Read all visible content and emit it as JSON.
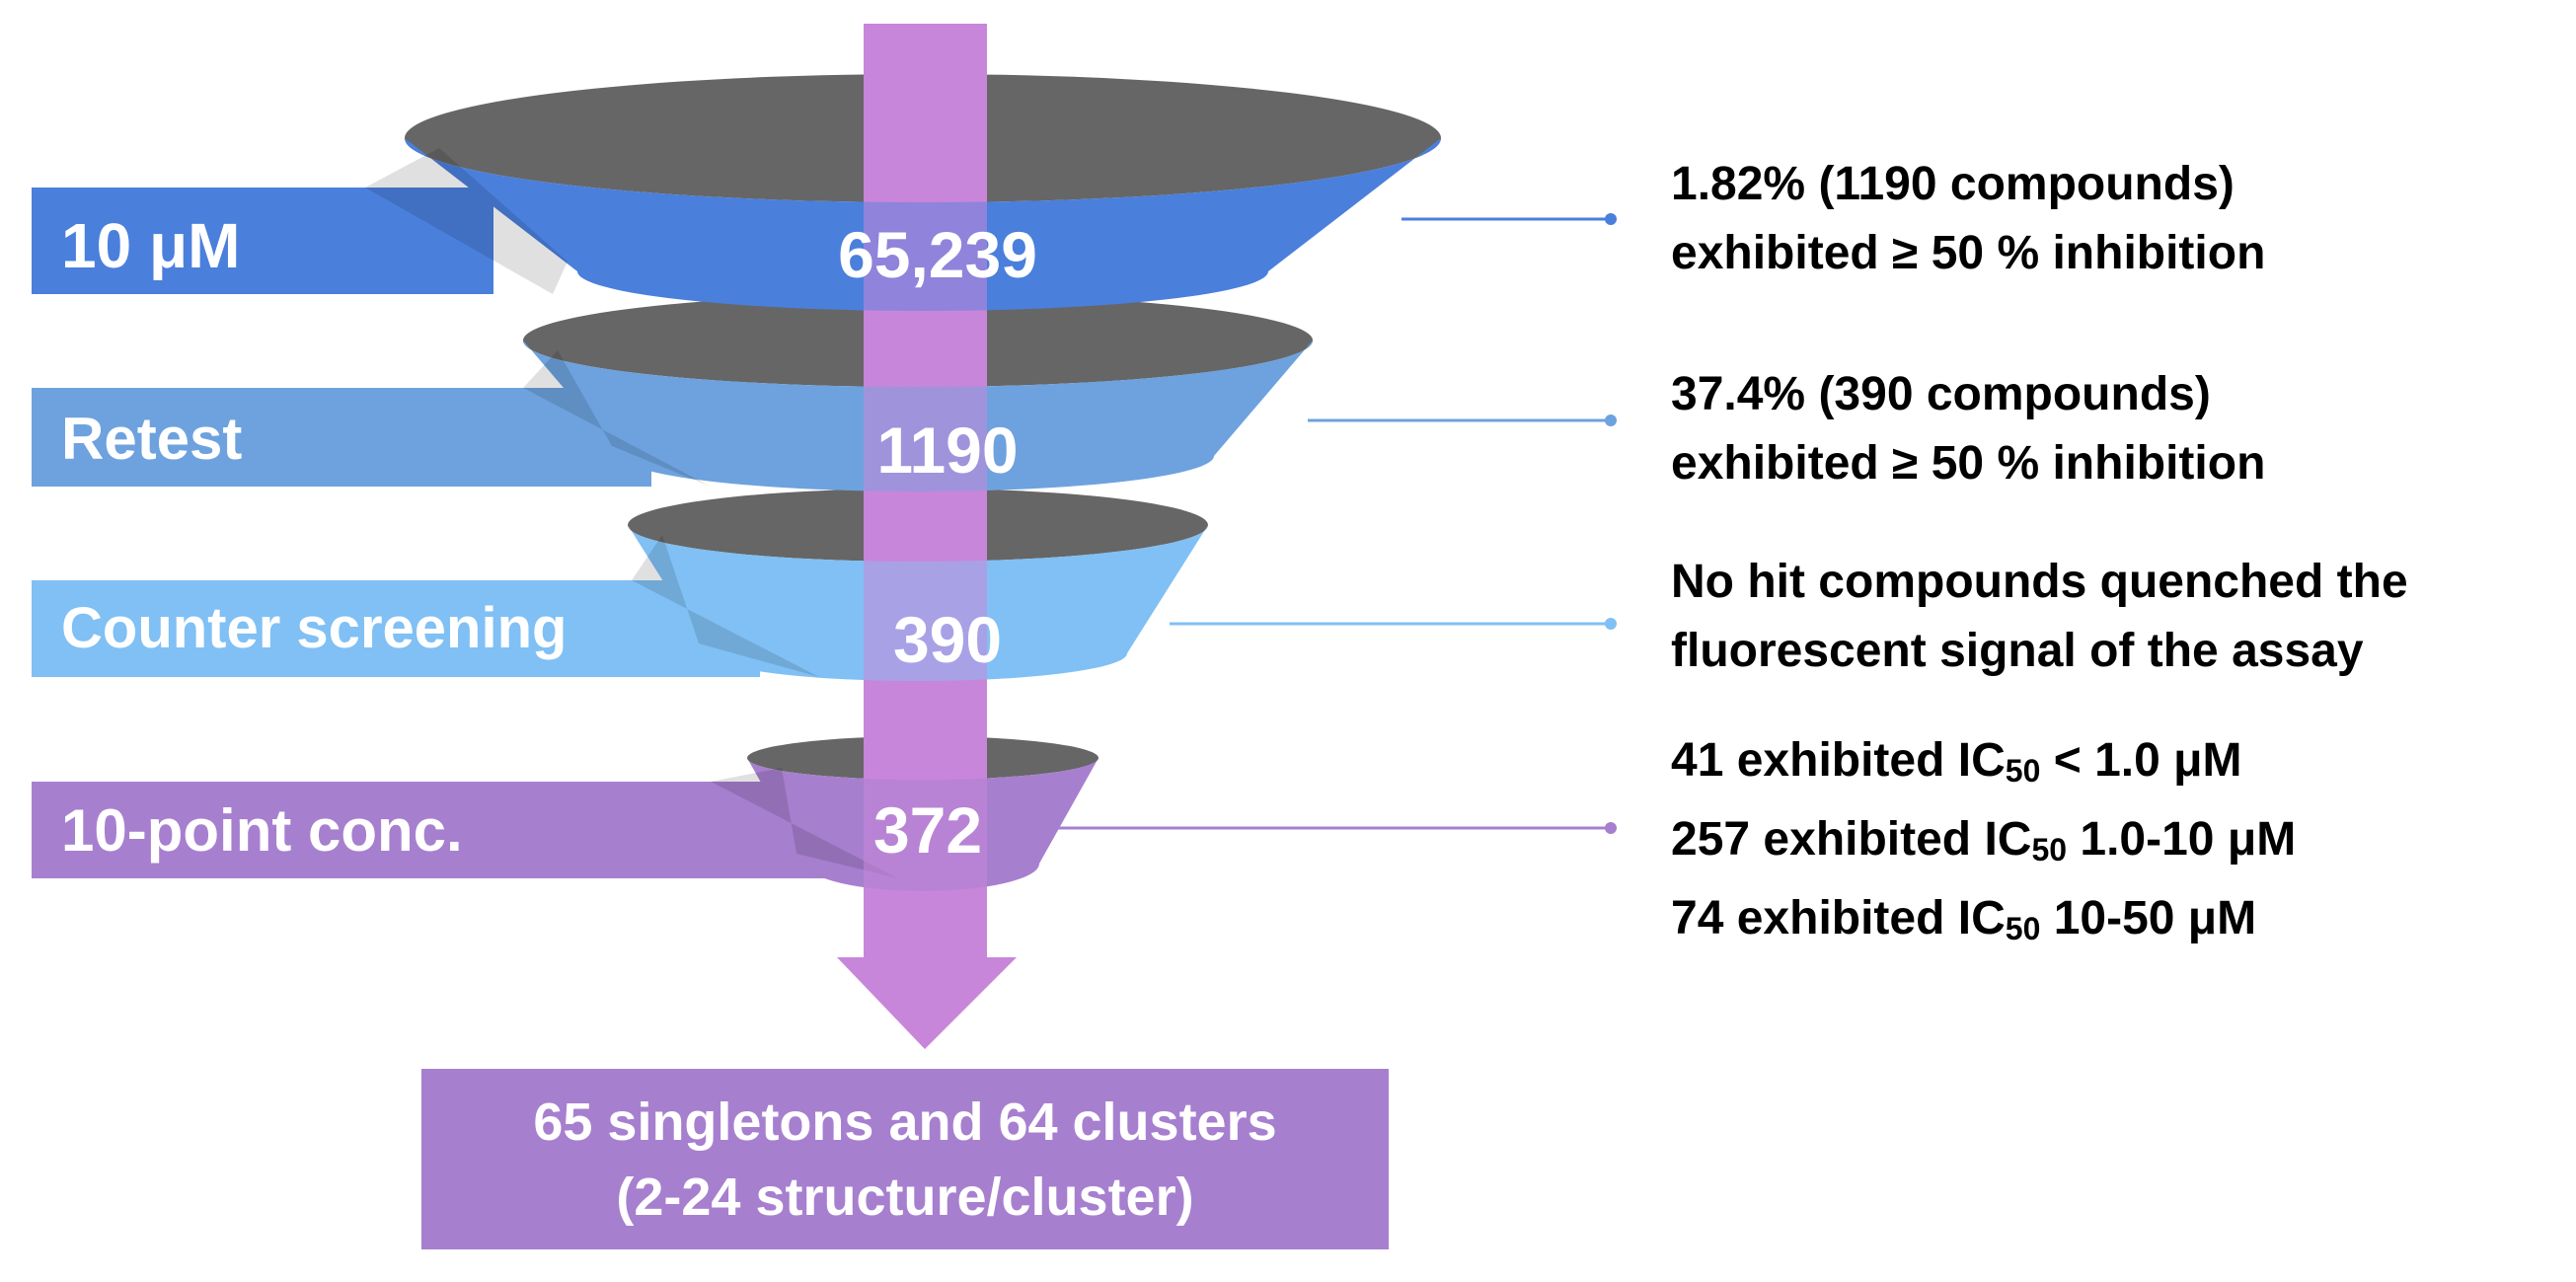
{
  "stages": [
    {
      "label": "10 μM",
      "count": "65,239",
      "note_lines": [
        {
          "parts": [
            {
              "t": "1.82% (1190 compounds)"
            }
          ]
        },
        {
          "parts": [
            {
              "t": "exhibited ≥ 50 % inhibition"
            }
          ]
        }
      ]
    },
    {
      "label": "Retest",
      "count": "1190",
      "note_lines": [
        {
          "parts": [
            {
              "t": "37.4% (390 compounds)"
            }
          ]
        },
        {
          "parts": [
            {
              "t": "exhibited ≥ 50 % inhibition"
            }
          ]
        }
      ]
    },
    {
      "label": "Counter screening",
      "count": "390",
      "note_lines": [
        {
          "parts": [
            {
              "t": "No hit compounds quenched the"
            }
          ]
        },
        {
          "parts": [
            {
              "t": "fluorescent signal of the assay"
            }
          ]
        }
      ]
    },
    {
      "label": "10-point conc.",
      "count": "372",
      "note_lines": [
        {
          "parts": [
            {
              "t": "41 exhibited IC"
            },
            {
              "t": "50",
              "sub": true
            },
            {
              "t": " < 1.0 μM"
            }
          ]
        },
        {
          "parts": [
            {
              "t": "257 exhibited IC"
            },
            {
              "t": "50",
              "sub": true
            },
            {
              "t": " 1.0-10 μM"
            }
          ]
        },
        {
          "parts": [
            {
              "t": "74 exhibited IC"
            },
            {
              "t": "50",
              "sub": true
            },
            {
              "t": " 10-50 μM"
            }
          ]
        }
      ]
    }
  ],
  "result": {
    "line1": "65 singletons and 64 clusters",
    "line2": "(2-24 structure/cluster)"
  },
  "colors": {
    "stage1": "#4a7fdc",
    "stage2": "#6da2de",
    "stage3": "#80c0f4",
    "stage4": "#a77fcf",
    "arrow": "#c886da",
    "funnel_inner": "#666666",
    "result_box": "#a77fcf"
  }
}
